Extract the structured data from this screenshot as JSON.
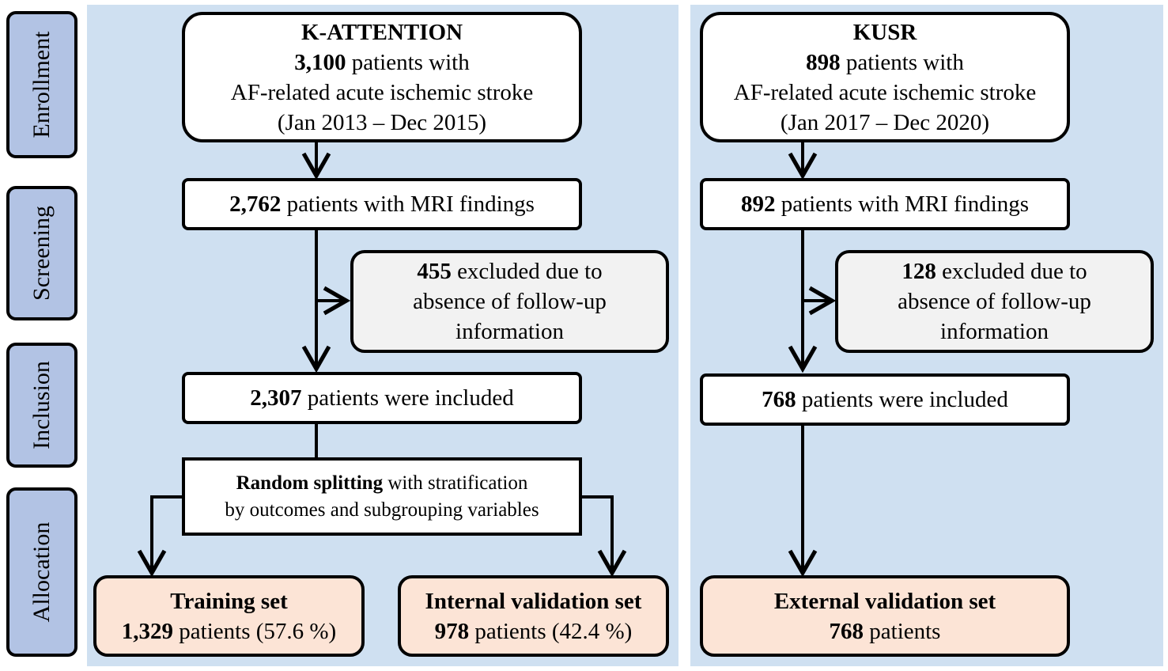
{
  "stages": [
    "Enrollment",
    "Screening",
    "Inclusion",
    "Allocation"
  ],
  "left": {
    "enroll": {
      "title": "K-ATTENTION",
      "count": "3,100",
      "count_suffix": " patients with",
      "line2": "AF-related acute ischemic stroke",
      "period": "(Jan 2013 – Dec 2015)"
    },
    "screen": {
      "count": "2,762",
      "text": " patients with MRI findings"
    },
    "excluded": {
      "count": "455",
      "line1": " excluded due to",
      "line2": "absence of follow-up",
      "line3": "information"
    },
    "included": {
      "count": "2,307",
      "text": " patients were included"
    },
    "split": {
      "bold": "Random splitting",
      "line1": " with stratification",
      "line2": "by outcomes and subgrouping variables"
    },
    "training": {
      "title": "Training set",
      "count": "1,329",
      "text": " patients (57.6 %)"
    },
    "internal": {
      "title": "Internal validation set",
      "count": "978",
      "text": " patients (42.4 %)"
    }
  },
  "right": {
    "enroll": {
      "title": "KUSR",
      "count": "898",
      "count_suffix": " patients with",
      "line2": "AF-related acute ischemic stroke",
      "period": "(Jan 2017 – Dec 2020)"
    },
    "screen": {
      "count": "892",
      "text": " patients with MRI findings"
    },
    "excluded": {
      "count": "128",
      "line1": " excluded due to",
      "line2": "absence of follow-up",
      "line3": "information"
    },
    "included": {
      "count": "768",
      "text": " patients were included"
    },
    "external": {
      "title": "External validation set",
      "count": "768",
      "text": " patients"
    }
  },
  "colors": {
    "panel": "#cfe0f1",
    "stage_label": "#b2c3e4",
    "exclusion_box": "#f2f2f2",
    "result_box": "#fce4d6"
  }
}
